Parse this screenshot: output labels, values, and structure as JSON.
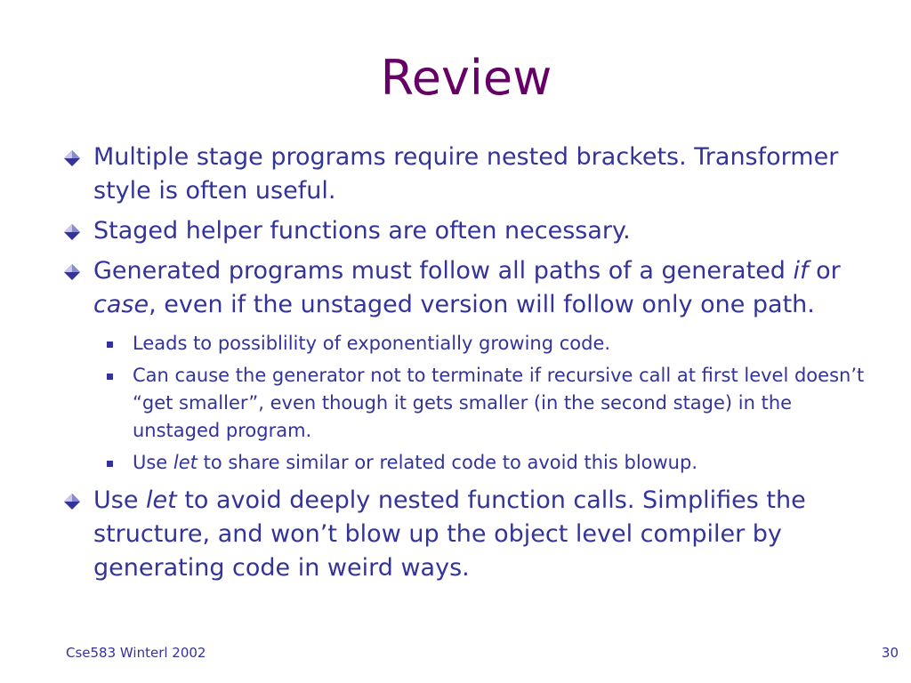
{
  "slide": {
    "title": "Review",
    "bullets": [
      {
        "text": "Multiple stage programs require nested brackets. Transformer style is often useful."
      },
      {
        "text": "Staged helper functions are often necessary."
      },
      {
        "parts": [
          "Generated programs must follow all paths of a generated ",
          "if",
          " or ",
          "case",
          ", even if the unstaged version will follow only one path."
        ]
      },
      {
        "parts": [
          "Use ",
          "let",
          " to avoid deeply nested function calls. Simplifies the structure, and won’t blow up the object level compiler by generating code in weird ways."
        ]
      }
    ],
    "subbullets": [
      {
        "text": "Leads to possiblility of exponentially growing code."
      },
      {
        "text": "Can cause the generator not to terminate if recursive call at first level doesn’t “get smaller”, even though it gets smaller (in the second stage) in the unstaged program."
      },
      {
        "parts": [
          "Use ",
          "let",
          " to share similar or related code to avoid this blowup."
        ]
      }
    ]
  },
  "footer": {
    "left": "Cse583 Winterl 2002",
    "page_number": "30"
  },
  "colors": {
    "title": "#660066",
    "text": "#333399",
    "bullet_icon": "diamond-icon",
    "subbullet_icon": "square-icon"
  }
}
